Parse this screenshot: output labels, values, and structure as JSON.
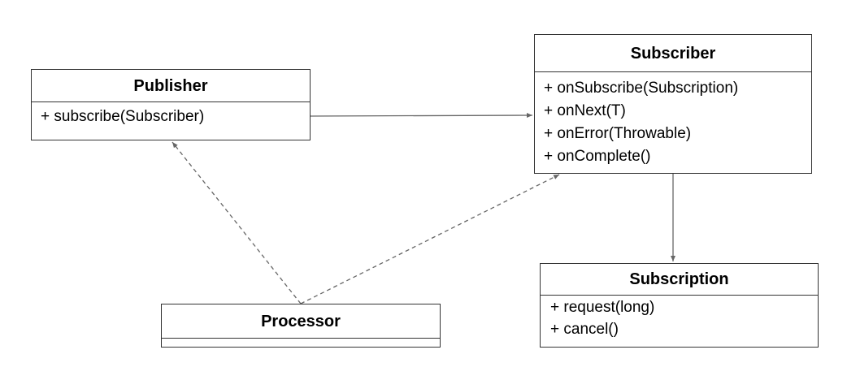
{
  "diagram": {
    "classes": [
      {
        "id": "publisher",
        "name": "Publisher",
        "members": [
          "+ subscribe(Subscriber)"
        ]
      },
      {
        "id": "subscriber",
        "name": "Subscriber",
        "members": [
          "+ onSubscribe(Subscription)",
          "+ onNext(T)",
          "+ onError(Throwable)",
          "+ onComplete()"
        ]
      },
      {
        "id": "subscription",
        "name": "Subscription",
        "members": [
          "+ request(long)",
          "+ cancel()"
        ]
      },
      {
        "id": "processor",
        "name": "Processor",
        "members": []
      }
    ],
    "relations": [
      {
        "from": "publisher",
        "to": "subscriber",
        "style": "solid",
        "kind": "association"
      },
      {
        "from": "subscriber",
        "to": "subscription",
        "style": "solid",
        "kind": "association"
      },
      {
        "from": "processor",
        "to": "publisher",
        "style": "dashed",
        "kind": "realization"
      },
      {
        "from": "processor",
        "to": "subscriber",
        "style": "dashed",
        "kind": "realization"
      }
    ],
    "colors": {
      "border": "#333333",
      "connector": "#666666",
      "text": "#000000",
      "background": "#ffffff"
    }
  }
}
